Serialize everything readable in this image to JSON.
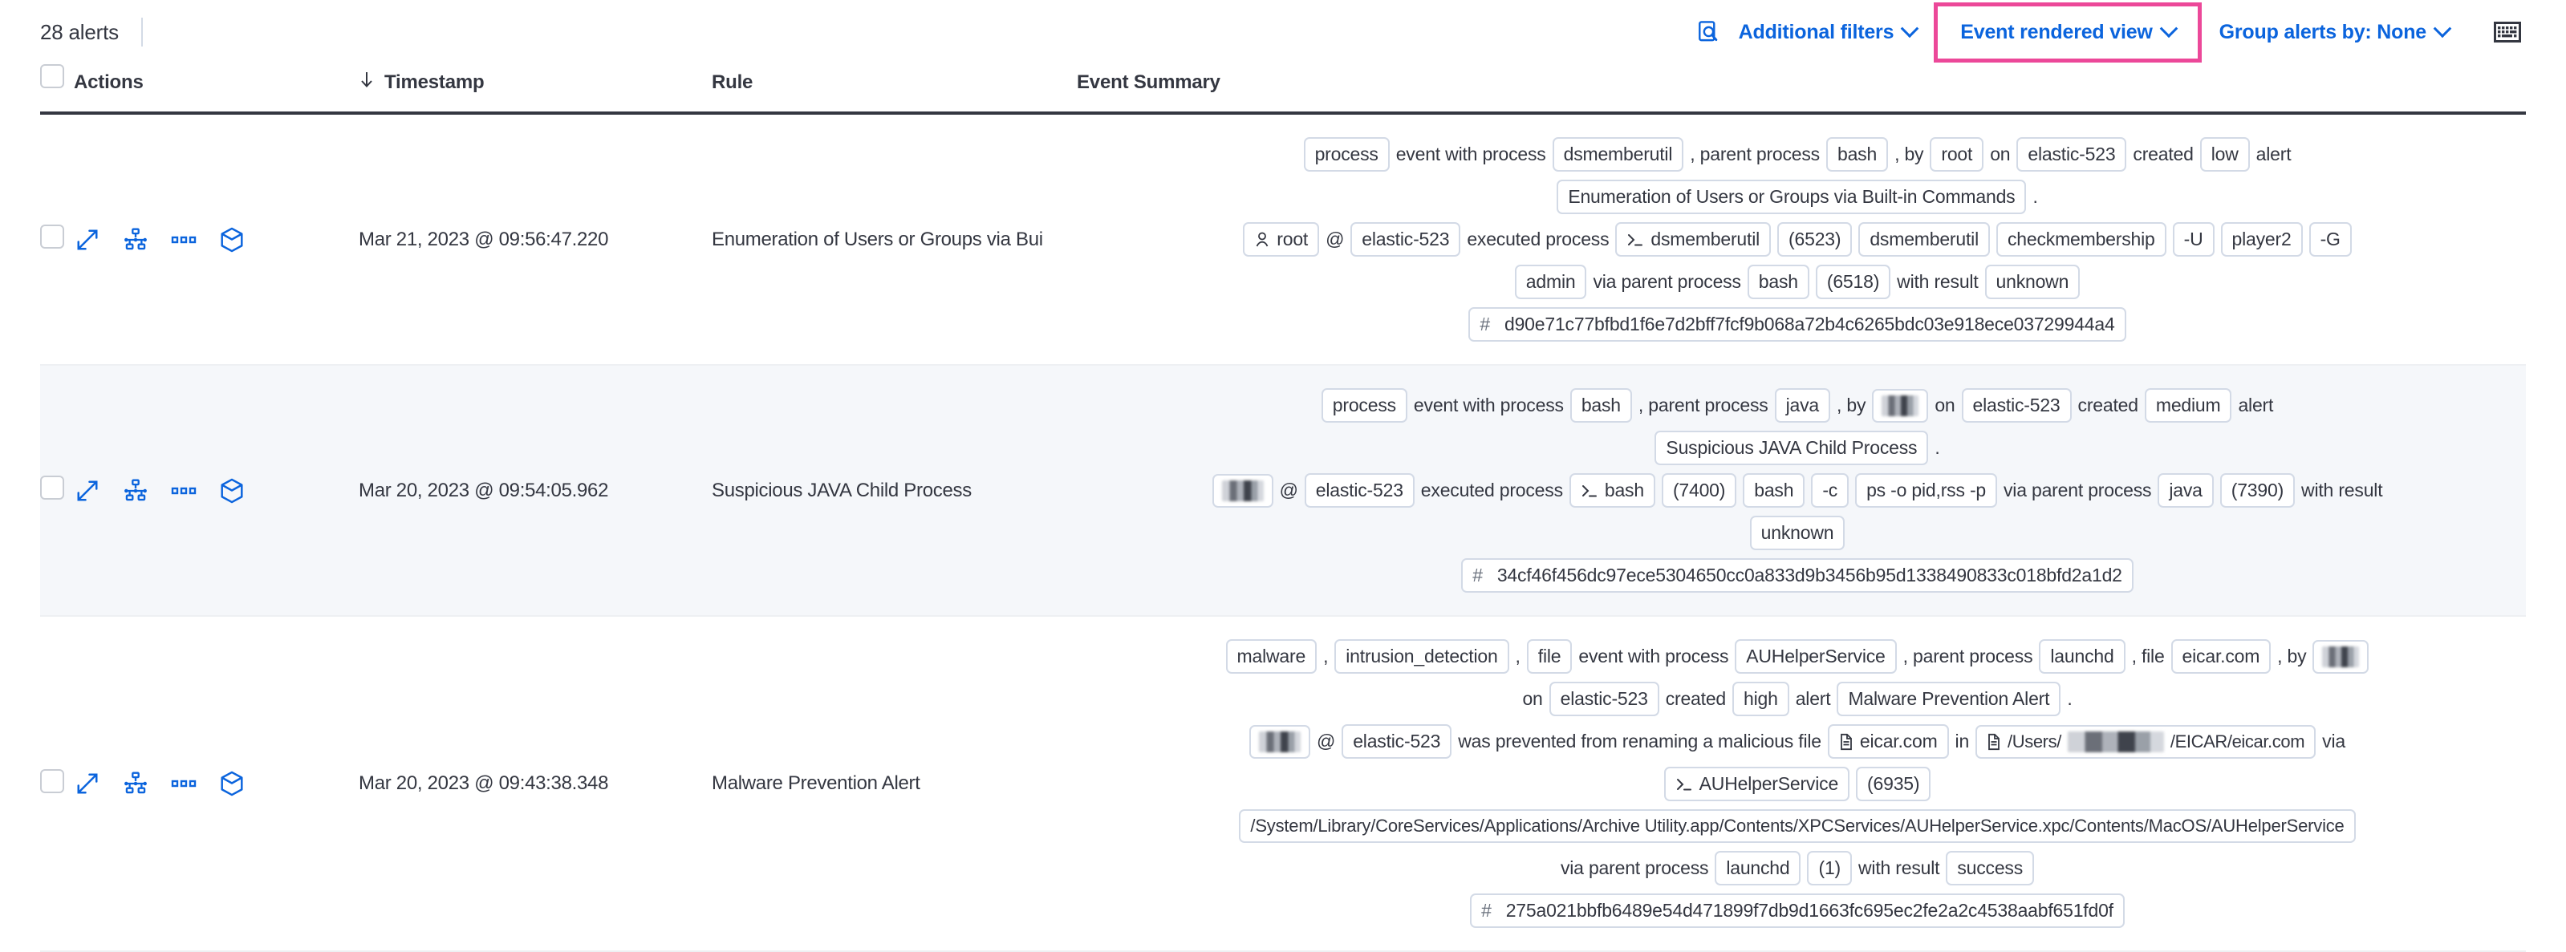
{
  "toolbar": {
    "alerts_count": "28 alerts",
    "inspect_icon": "inspect-search-icon",
    "additional_filters": "Additional filters",
    "event_rendered_view": "Event rendered view",
    "group_alerts_by": "Group alerts by: None",
    "keyboard_icon": "keyboard-icon",
    "highlight_color": "#ec4899",
    "link_color": "#0b64dd"
  },
  "table": {
    "headers": {
      "select_all": "",
      "actions": "Actions",
      "timestamp": "Timestamp",
      "sort_icon": "arrow-down-icon",
      "rule": "Rule",
      "event_summary": "Event Summary"
    },
    "row_actions": [
      "expand-icon",
      "session-view-icon",
      "more-actions-icon",
      "analyzer-cube-icon"
    ],
    "rows": [
      {
        "timestamp": "Mar 21, 2023 @ 09:56:47.220",
        "rule": "Enumeration of Users or Groups via Bui",
        "striped": false,
        "summary": [
          {
            "align": "center",
            "tokens": [
              {
                "t": "chip",
                "v": "process"
              },
              {
                "t": "text",
                "v": "event with process"
              },
              {
                "t": "chip",
                "v": "dsmemberutil"
              },
              {
                "t": "text",
                "v": ", parent process"
              },
              {
                "t": "chip",
                "v": "bash"
              },
              {
                "t": "text",
                "v": ", by"
              },
              {
                "t": "chip",
                "v": "root"
              },
              {
                "t": "text",
                "v": "on"
              },
              {
                "t": "chip",
                "v": "elastic-523"
              },
              {
                "t": "text",
                "v": "created"
              },
              {
                "t": "chip",
                "v": "low"
              },
              {
                "t": "text",
                "v": "alert"
              }
            ]
          },
          {
            "align": "center",
            "tokens": [
              {
                "t": "chip",
                "v": "Enumeration of Users or Groups via Built-in Commands"
              },
              {
                "t": "text",
                "v": "."
              }
            ]
          },
          {
            "align": "center",
            "tokens": [
              {
                "t": "chip",
                "v": "root",
                "icon": "user-icon"
              },
              {
                "t": "text",
                "v": "@"
              },
              {
                "t": "chip",
                "v": "elastic-523"
              },
              {
                "t": "text",
                "v": "executed process"
              },
              {
                "t": "chip",
                "v": "dsmemberutil",
                "icon": "console-icon"
              },
              {
                "t": "chip",
                "v": "(6523)"
              },
              {
                "t": "chip",
                "v": "dsmemberutil"
              },
              {
                "t": "chip",
                "v": "checkmembership"
              },
              {
                "t": "chip",
                "v": "-U"
              },
              {
                "t": "chip",
                "v": "player2"
              },
              {
                "t": "chip",
                "v": "-G"
              }
            ]
          },
          {
            "align": "center",
            "tokens": [
              {
                "t": "chip",
                "v": "admin"
              },
              {
                "t": "text",
                "v": "via parent process"
              },
              {
                "t": "chip",
                "v": "bash"
              },
              {
                "t": "chip",
                "v": "(6518)"
              },
              {
                "t": "text",
                "v": "with result"
              },
              {
                "t": "chip",
                "v": "unknown"
              }
            ]
          },
          {
            "align": "center",
            "tokens": [
              {
                "t": "hash",
                "v": "d90e71c77bfbd1f6e7d2bff7fcf9b068a72b4c6265bdc03e918ece03729944a4"
              }
            ]
          }
        ]
      },
      {
        "timestamp": "Mar 20, 2023 @ 09:54:05.962",
        "rule": "Suspicious JAVA Child Process",
        "striped": true,
        "summary": [
          {
            "align": "center",
            "tokens": [
              {
                "t": "chip",
                "v": "process"
              },
              {
                "t": "text",
                "v": "event with process"
              },
              {
                "t": "chip",
                "v": "bash"
              },
              {
                "t": "text",
                "v": ", parent process"
              },
              {
                "t": "chip",
                "v": "java"
              },
              {
                "t": "text",
                "v": ", by"
              },
              {
                "t": "redacted",
                "v": "",
                "w": "w1"
              },
              {
                "t": "text",
                "v": "on"
              },
              {
                "t": "chip",
                "v": "elastic-523"
              },
              {
                "t": "text",
                "v": "created"
              },
              {
                "t": "chip",
                "v": "medium"
              },
              {
                "t": "text",
                "v": "alert"
              }
            ]
          },
          {
            "align": "center",
            "tokens": [
              {
                "t": "chip",
                "v": "Suspicious JAVA Child Process"
              },
              {
                "t": "text",
                "v": "."
              }
            ]
          },
          {
            "align": "center",
            "tokens": [
              {
                "t": "redacted",
                "v": "",
                "w": "w2"
              },
              {
                "t": "text",
                "v": "@"
              },
              {
                "t": "chip",
                "v": "elastic-523"
              },
              {
                "t": "text",
                "v": "executed process"
              },
              {
                "t": "chip",
                "v": "bash",
                "icon": "console-icon"
              },
              {
                "t": "chip",
                "v": "(7400)"
              },
              {
                "t": "chip",
                "v": "bash"
              },
              {
                "t": "chip",
                "v": "-c"
              },
              {
                "t": "chip",
                "v": "ps -o pid,rss -p"
              },
              {
                "t": "text",
                "v": "via parent process"
              },
              {
                "t": "chip",
                "v": "java"
              },
              {
                "t": "chip",
                "v": "(7390)"
              },
              {
                "t": "text",
                "v": "with result"
              }
            ]
          },
          {
            "align": "center",
            "tokens": [
              {
                "t": "chip",
                "v": "unknown"
              }
            ]
          },
          {
            "align": "center",
            "tokens": [
              {
                "t": "hash",
                "v": "34cf46f456dc97ece5304650cc0a833d9b3456b95d1338490833c018bfd2a1d2"
              }
            ]
          }
        ]
      },
      {
        "timestamp": "Mar 20, 2023 @ 09:43:38.348",
        "rule": "Malware Prevention Alert",
        "striped": false,
        "summary": [
          {
            "align": "center",
            "tokens": [
              {
                "t": "chip",
                "v": "malware"
              },
              {
                "t": "text",
                "v": ","
              },
              {
                "t": "chip",
                "v": "intrusion_detection"
              },
              {
                "t": "text",
                "v": ","
              },
              {
                "t": "chip",
                "v": "file"
              },
              {
                "t": "text",
                "v": "event with process"
              },
              {
                "t": "chip",
                "v": "AUHelperService"
              },
              {
                "t": "text",
                "v": ", parent process"
              },
              {
                "t": "chip",
                "v": "launchd"
              },
              {
                "t": "text",
                "v": ", file"
              },
              {
                "t": "chip",
                "v": "eicar.com"
              },
              {
                "t": "text",
                "v": ", by"
              },
              {
                "t": "redacted",
                "v": "",
                "w": "w1"
              }
            ]
          },
          {
            "align": "center",
            "tokens": [
              {
                "t": "text",
                "v": "on"
              },
              {
                "t": "chip",
                "v": "elastic-523"
              },
              {
                "t": "text",
                "v": "created"
              },
              {
                "t": "chip",
                "v": "high"
              },
              {
                "t": "text",
                "v": "alert"
              },
              {
                "t": "chip",
                "v": "Malware Prevention Alert"
              },
              {
                "t": "text",
                "v": "."
              }
            ]
          },
          {
            "align": "center",
            "tokens": [
              {
                "t": "redacted",
                "v": "",
                "w": "w2"
              },
              {
                "t": "text",
                "v": "@"
              },
              {
                "t": "chip",
                "v": "elastic-523"
              },
              {
                "t": "text",
                "v": "was prevented from renaming a malicious file"
              },
              {
                "t": "chip",
                "v": "eicar.com",
                "icon": "file-icon"
              },
              {
                "t": "text",
                "v": "in"
              },
              {
                "t": "chip-redacted-path",
                "prefix": "/Users/",
                "suffix": "/EICAR/eicar.com",
                "icon": "file-icon"
              },
              {
                "t": "text",
                "v": "via"
              }
            ]
          },
          {
            "align": "center",
            "tokens": [
              {
                "t": "chip",
                "v": "AUHelperService",
                "icon": "console-icon"
              },
              {
                "t": "chip",
                "v": "(6935)"
              }
            ]
          },
          {
            "align": "center",
            "tokens": [
              {
                "t": "chip",
                "v": "/System/Library/CoreServices/Applications/Archive Utility.app/Contents/XPCServices/AUHelperService.xpc/Contents/MacOS/AUHelperService",
                "wide": true
              }
            ]
          },
          {
            "align": "center",
            "tokens": [
              {
                "t": "text",
                "v": "via parent process"
              },
              {
                "t": "chip",
                "v": "launchd"
              },
              {
                "t": "chip",
                "v": "(1)"
              },
              {
                "t": "text",
                "v": "with result"
              },
              {
                "t": "chip",
                "v": "success"
              }
            ]
          },
          {
            "align": "center",
            "tokens": [
              {
                "t": "hash",
                "v": "275a021bbfb6489e54d471899f7db9d1663fc695ec2fe2a2c4538aabf651fd0f"
              }
            ]
          }
        ]
      }
    ]
  }
}
